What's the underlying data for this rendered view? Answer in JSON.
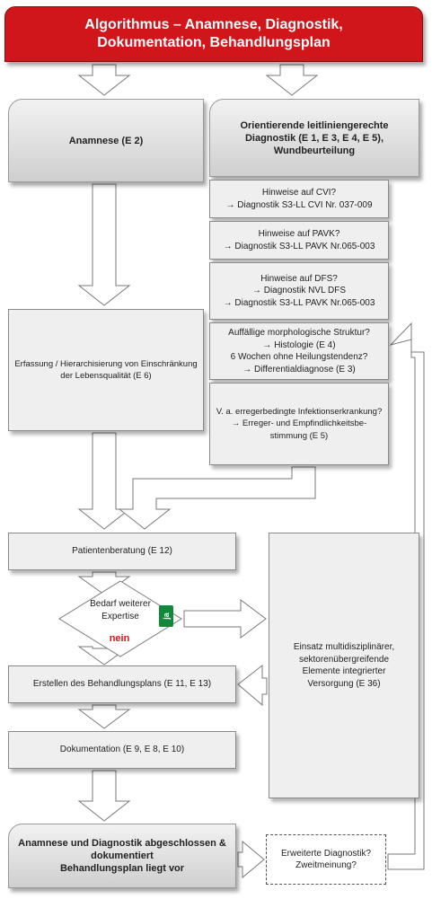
{
  "title": {
    "line1": "Algorithmus – Anamnese, Diagnostik,",
    "line2": "Dokumentation, Behandlungsplan"
  },
  "anamnese": {
    "label": "Anamnese (E 2)"
  },
  "orientierend": {
    "line1": "Orientierende leitliniengerechte",
    "line2": "Diagnostik (E 1, E 3, E 4, E 5),",
    "line3": "Wundbeurteilung"
  },
  "cvi": {
    "line1": "Hinweise auf CVI?",
    "line2": "→ Diagnostik S3-LL CVI Nr. 037-009"
  },
  "pavk": {
    "line1": "Hinweise auf PAVK?",
    "line2": "→ Diagnostik S3-LL PAVK Nr.065-003"
  },
  "dfs": {
    "line1": "Hinweise auf DFS?",
    "line2": "→ Diagnostik NVL DFS",
    "line3": "→ Diagnostik S3-LL PAVK Nr.065-003"
  },
  "morph": {
    "line1": "Auffällige morphologische Struktur?",
    "line2": "→ Histologie (E 4)",
    "line3": "6 Wochen ohne Heilungstendenz?",
    "line4": "→ Differentialdiagnose (E 3)"
  },
  "infekt": {
    "line1": "V. a. erregerbedingte Infektionserkrankung?",
    "line2": "→ Erreger- und Empfindlichkeitsbe-",
    "line3": "stimmung (E 5)"
  },
  "erfassung": {
    "line1": "Erfassung / Hierarchisierung von Einschränkung",
    "line2": "der Lebensqualität (E 6)"
  },
  "beratung": {
    "label": "Patientenberatung (E 12)"
  },
  "decision": {
    "line1": "Bedarf weiterer",
    "line2": "Expertise",
    "yes_label": "ja",
    "no_label": "nein"
  },
  "einsatz": {
    "line1": "Einsatz multidisziplinärer,",
    "line2": "sektorenübergreifende",
    "line3": "Elemente integrierter",
    "line4": "Versorgung (E 36)"
  },
  "plan": {
    "label": "Erstellen des Behandlungsplans (E 11, E 13)"
  },
  "doku": {
    "label": "Dokumentation (E 9, E 8, E 10)"
  },
  "final": {
    "line1": "Anamnese und Diagnostik abgeschlossen &",
    "line2": "dokumentiert",
    "line3": "Behandlungsplan liegt vor"
  },
  "erweitert": {
    "line1": "Erweiterte Diagnostik?",
    "line2": "Zweitmeinung?"
  },
  "colors": {
    "title_red": "#d0161b",
    "yes_green": "#0f8a3a",
    "no_red": "#d0161b"
  }
}
